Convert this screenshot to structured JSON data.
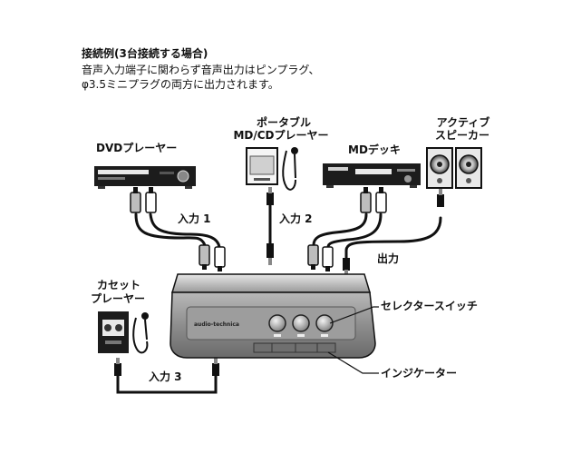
{
  "heading": {
    "line1": "接続例(3台接続する場合)",
    "line2": "音声入力端子に関わらず音声出力はピンプラグ、",
    "line3": "φ3.5ミニプラグの両方に出力されます。"
  },
  "devices": {
    "dvd": "DVDプレーヤー",
    "portable_line1": "ポータブル",
    "portable_line2": "MD/CDプレーヤー",
    "md": "MDデッキ",
    "speaker_line1": "アクティブ",
    "speaker_line2": "スピーカー",
    "cassette_line1": "カセット",
    "cassette_line2": "プレーヤー"
  },
  "connections": {
    "input1": "入力 1",
    "input2": "入力 2",
    "input3": "入力 3",
    "output": "出力"
  },
  "callouts": {
    "selector": "セレクタースイッチ",
    "indicator": "インジケーター"
  },
  "selector_box": {
    "brand": "audio-technica"
  },
  "colors": {
    "ink": "#111111",
    "gray_dark": "#555555",
    "gray_mid": "#8a8a8a",
    "gray_light": "#c8c8c8"
  }
}
